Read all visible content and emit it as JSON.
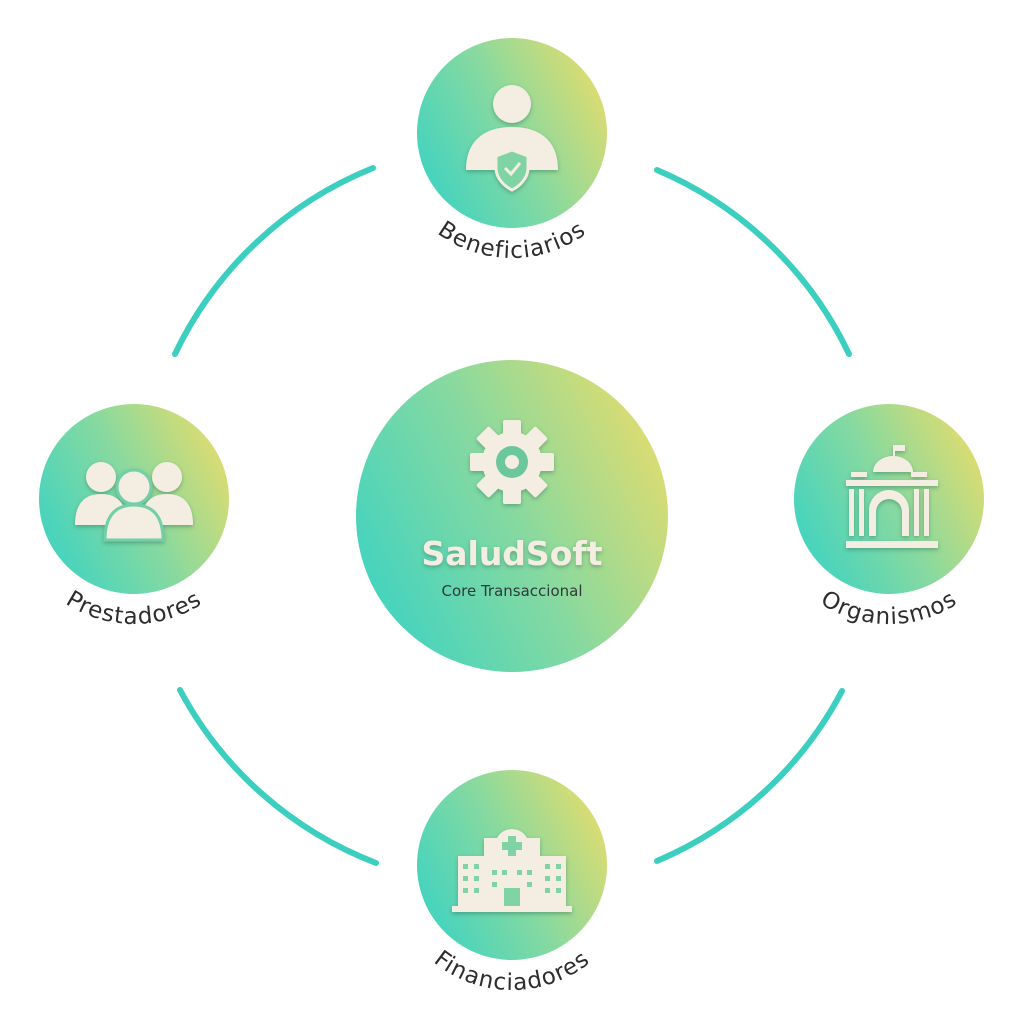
{
  "center": {
    "title": "SaludSoft",
    "subtitle": "Core Transaccional",
    "icon": "gear-icon"
  },
  "nodes": [
    {
      "label": "Beneficiarios",
      "icon": "user-shield-icon"
    },
    {
      "label": "Prestadores",
      "icon": "group-icon"
    },
    {
      "label": "Organismos",
      "icon": "government-building-icon"
    },
    {
      "label": "Financiadores",
      "icon": "hospital-icon"
    }
  ],
  "colors": {
    "gradient_start": "#3fd3c1",
    "gradient_end": "#e2dc6e",
    "ring": "#3ccfc0",
    "icon": "#f3ede2"
  }
}
